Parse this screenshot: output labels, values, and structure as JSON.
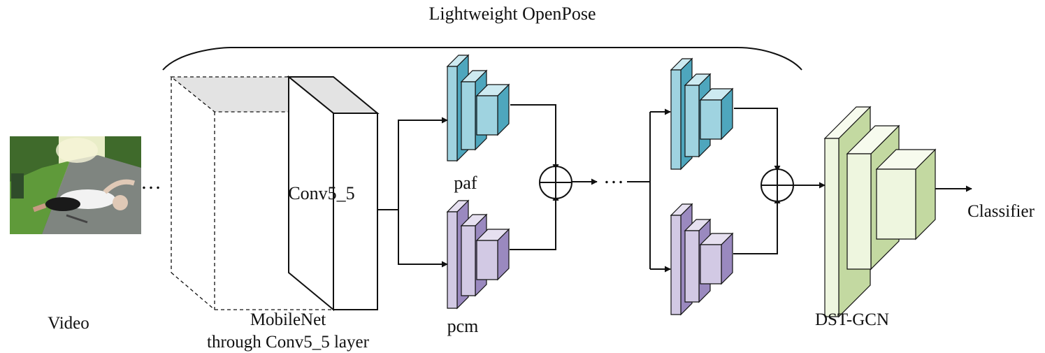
{
  "title": "Lightweight OpenPose",
  "labels": {
    "video": "Video",
    "conv": "Conv5_5",
    "backbone_line1": "MobileNet",
    "backbone_line2": "through Conv5_5 layer",
    "paf": "paf",
    "pcm": "pcm",
    "gcn": "DST-GCN",
    "classifier": "Classifier"
  },
  "ellipsis": "…",
  "colors": {
    "paf_front": "#9fd3e0",
    "paf_side": "#4ea6bd",
    "paf_top": "#cdeaf1",
    "pcm_front": "#d2c9e4",
    "pcm_side": "#9a89bf",
    "pcm_top": "#e6e0f0",
    "gcn_front": "#eef6df",
    "gcn_side": "#c3d9a1",
    "gcn_top": "#f7fbee",
    "conv_top": "#e3e3e3",
    "photo_sky": "#e9edc8",
    "photo_trees": "#3f6a2b",
    "photo_grass": "#5f9a3a",
    "photo_road": "#7f8580"
  },
  "icons": {
    "video_frame": "photo-of-person-fallen-on-path",
    "sum": "circled-plus-icon"
  }
}
